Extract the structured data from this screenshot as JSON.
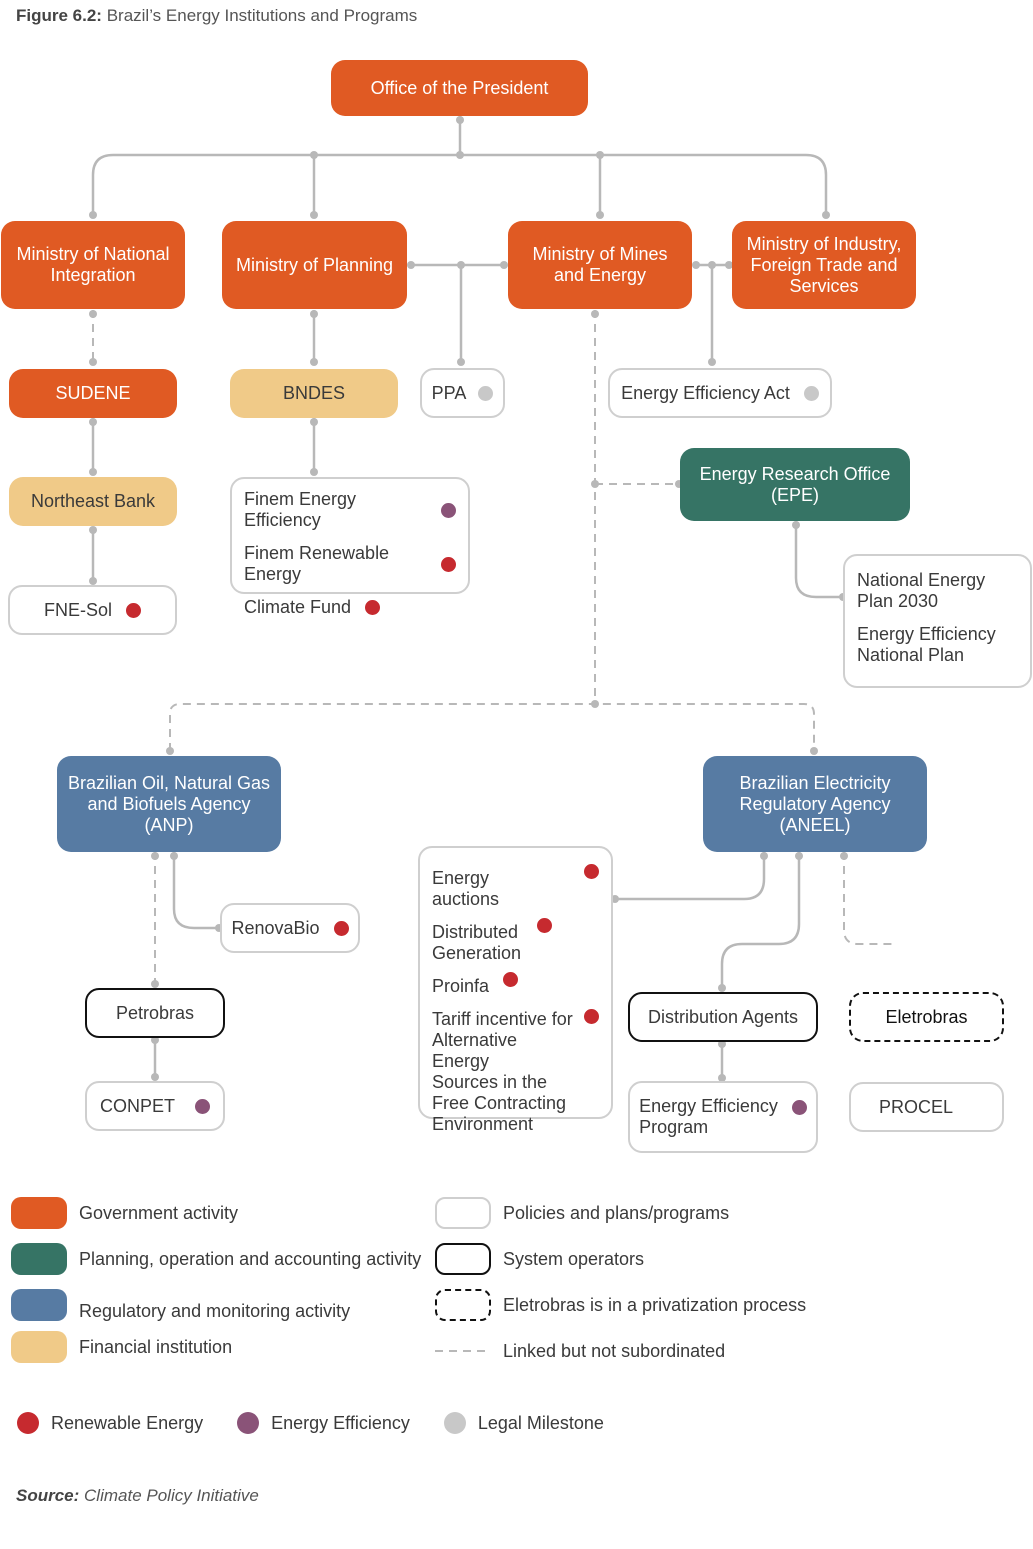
{
  "caption": {
    "label": "Figure 6.2:",
    "title": "Brazil’s Energy Institutions and Programs"
  },
  "nodes": {
    "president": "Office of the President",
    "min_integration": [
      "Ministry of National",
      "Integration"
    ],
    "min_planning": "Ministry of Planning",
    "min_mines": [
      "Ministry of Mines",
      "and Energy"
    ],
    "min_industry": [
      "Ministry of Industry,",
      "Foreign Trade and",
      "Services"
    ],
    "sudene": "SUDENE",
    "bndes": "BNDES",
    "ppa": "PPA",
    "ee_act": "Energy Efficiency Act",
    "northeast_bank": "Northeast Bank",
    "finem_ee": "Finem Energy Efficiency",
    "finem_re": "Finem Renewable Energy",
    "climate_fund": "Climate Fund",
    "epe": [
      "Energy Research Office",
      "(EPE)"
    ],
    "fne_sol": "FNE-Sol",
    "plan_2030": [
      "National Energy",
      "Plan 2030"
    ],
    "ee_plan": [
      "Energy Efficiency",
      "National Plan"
    ],
    "anp": [
      "Brazilian Oil, Natural Gas",
      "and Biofuels Agency",
      "(ANP)"
    ],
    "aneel": [
      "Brazilian Electricity",
      "Regulatory Agency",
      "(ANEEL)"
    ],
    "renovabio": "RenovaBio",
    "petrobras": "Petrobras",
    "conpet": "CONPET",
    "energy_auctions": "Energy auctions",
    "distributed_gen": [
      "Distributed",
      "Generation"
    ],
    "proinfa": "Proinfa",
    "tariff": [
      "Tariff incentive for",
      "Alternative Energy",
      "Sources in the",
      "Free Contracting",
      "Environment"
    ],
    "dist_agents": "Distribution Agents",
    "eletrobras": "Eletrobras",
    "ee_program": [
      "Energy Efficiency",
      "Program"
    ],
    "procel": "PROCEL"
  },
  "legend": {
    "government": "Government activity",
    "planning": "Planning, operation and accounting activity",
    "regulatory": "Regulatory and monitoring activity",
    "financial": "Financial institution",
    "policies": "Policies and plans/programs",
    "operators": "System operators",
    "privatization": "Eletrobras is in a privatization process",
    "linked": "Linked but not subordinated",
    "renewable": "Renewable Energy",
    "efficiency": "Energy Efficiency",
    "legal": "Legal Milestone"
  },
  "colors": {
    "government": "#e05a23",
    "planning": "#367465",
    "regulatory": "#577ba3",
    "financial": "#f0ca88",
    "renewable": "#c62a2f",
    "efficiency": "#8a5378",
    "legal": "#c8c8c8",
    "connector": "#b8b8b8"
  },
  "source": {
    "label": "Source:",
    "text": "Climate Policy Initiative"
  }
}
